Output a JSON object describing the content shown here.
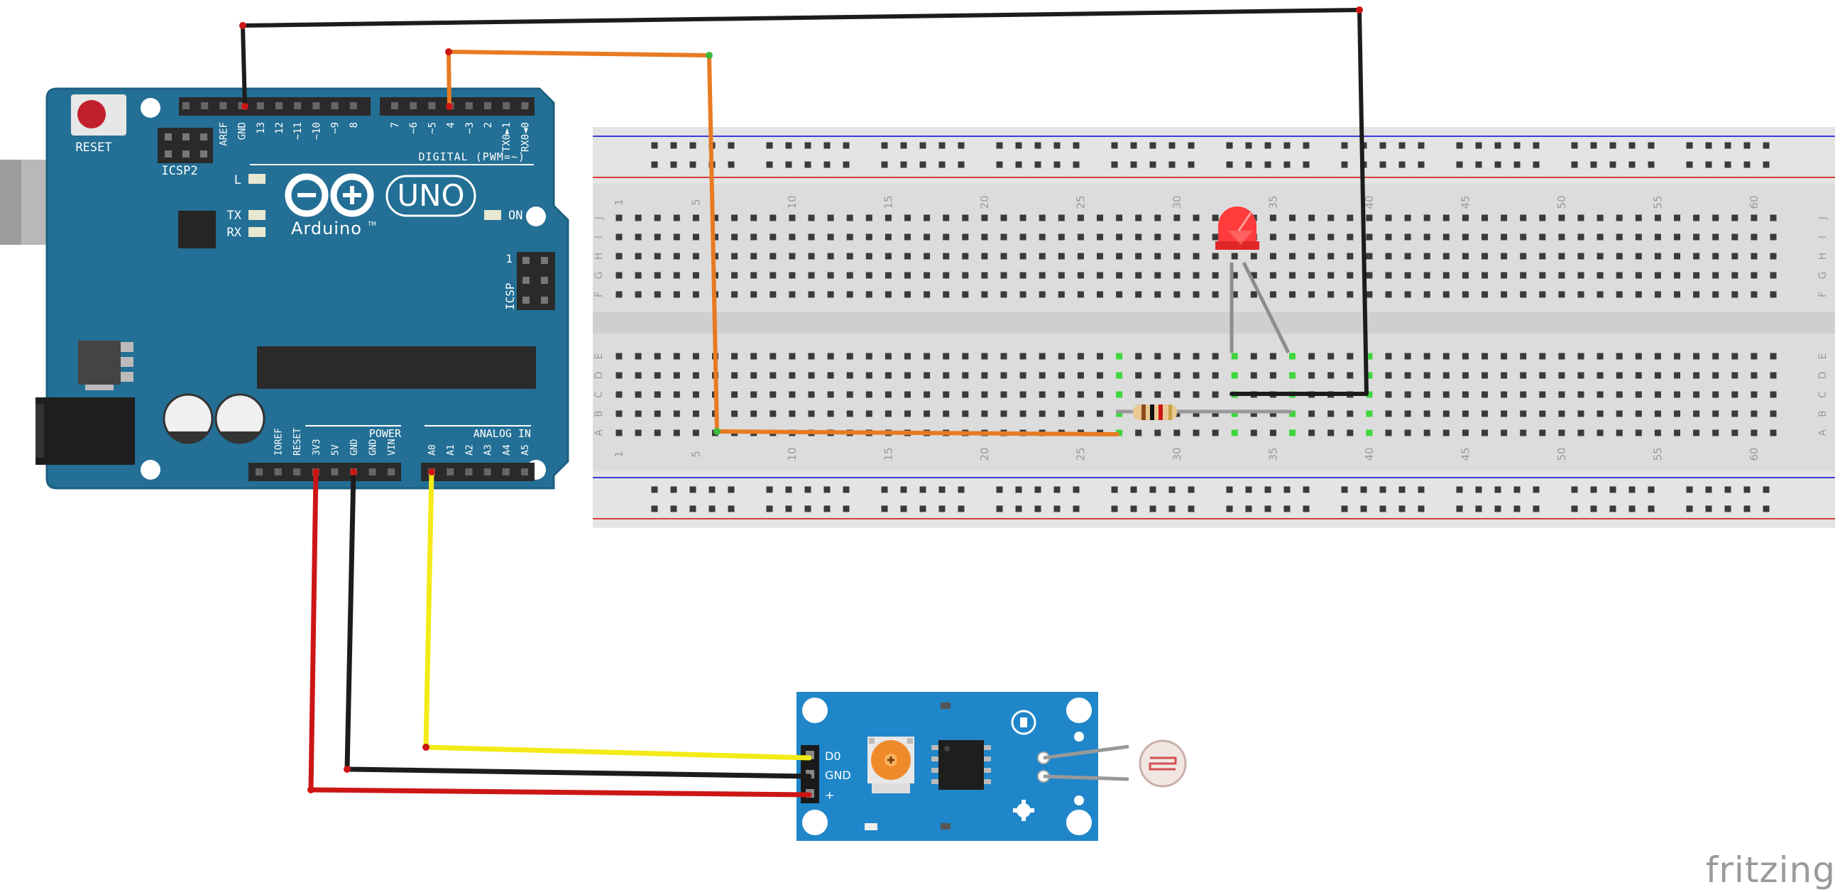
{
  "arduino": {
    "reset_label": "RESET",
    "icsp2_label": "ICSP2",
    "icsp_label": "ICSP",
    "icsp_pin1": "1",
    "logo_word": "Arduino",
    "trademark": "TM",
    "model": "UNO",
    "digital_caption": "DIGITAL (PWM=~)",
    "led_l": "L",
    "led_tx": "TX",
    "led_rx": "RX",
    "led_on": "ON",
    "power_caption": "POWER",
    "analog_caption": "ANALOG IN",
    "top_pins": [
      "AREF",
      "GND",
      "13",
      "12",
      "~11",
      "~10",
      "~9",
      "8",
      "7",
      "~6",
      "~5",
      "4",
      "~3",
      "2",
      "TX0►1",
      "RX0◄0"
    ],
    "power_pins": [
      "IOREF",
      "RESET",
      "3V3",
      "5V",
      "GND",
      "GND",
      "VIN"
    ],
    "analog_pins": [
      "A0",
      "A1",
      "A2",
      "A3",
      "A4",
      "A5"
    ]
  },
  "breadboard": {
    "column_numbers": [
      "1",
      "5",
      "10",
      "15",
      "20",
      "25",
      "30",
      "35",
      "40",
      "45",
      "50",
      "55",
      "60"
    ],
    "row_letters_top": [
      "J",
      "I",
      "H",
      "G",
      "F"
    ],
    "row_letters_bottom": [
      "E",
      "D",
      "C",
      "B",
      "A"
    ]
  },
  "sensor_module": {
    "pin_d0": "D0",
    "pin_gnd": "GND",
    "pin_vcc": "+"
  },
  "colors": {
    "board_blue": "#236f95",
    "sensor_blue": "#1f86c9",
    "wire_black": "#1c1c1c",
    "wire_orange": "#e87a22",
    "wire_red": "#cc1616",
    "wire_yellow": "#f4ea17",
    "led_red": "#ff3b3b",
    "breadboard_gray": "#dcdcdc"
  },
  "branding": "fritzing"
}
